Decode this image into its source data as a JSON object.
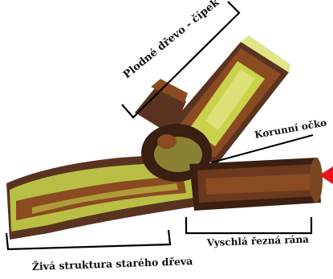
{
  "labels": {
    "fruiting_wood": "Plodné dřevo - čípek",
    "crown_bud": "Korunní očko",
    "dry_cut_wound": "Vyschlá řezná rána",
    "living_old_wood": "Živá struktura starého dřeva"
  },
  "colors": {
    "bark": "#5a3320",
    "bark_dark": "#3a1f12",
    "heartwood": "#8a4a22",
    "live_tissue": "#c9d24a",
    "live_tissue_pale": "#e2e58a",
    "marker": "#e8141c",
    "line": "#000000"
  }
}
